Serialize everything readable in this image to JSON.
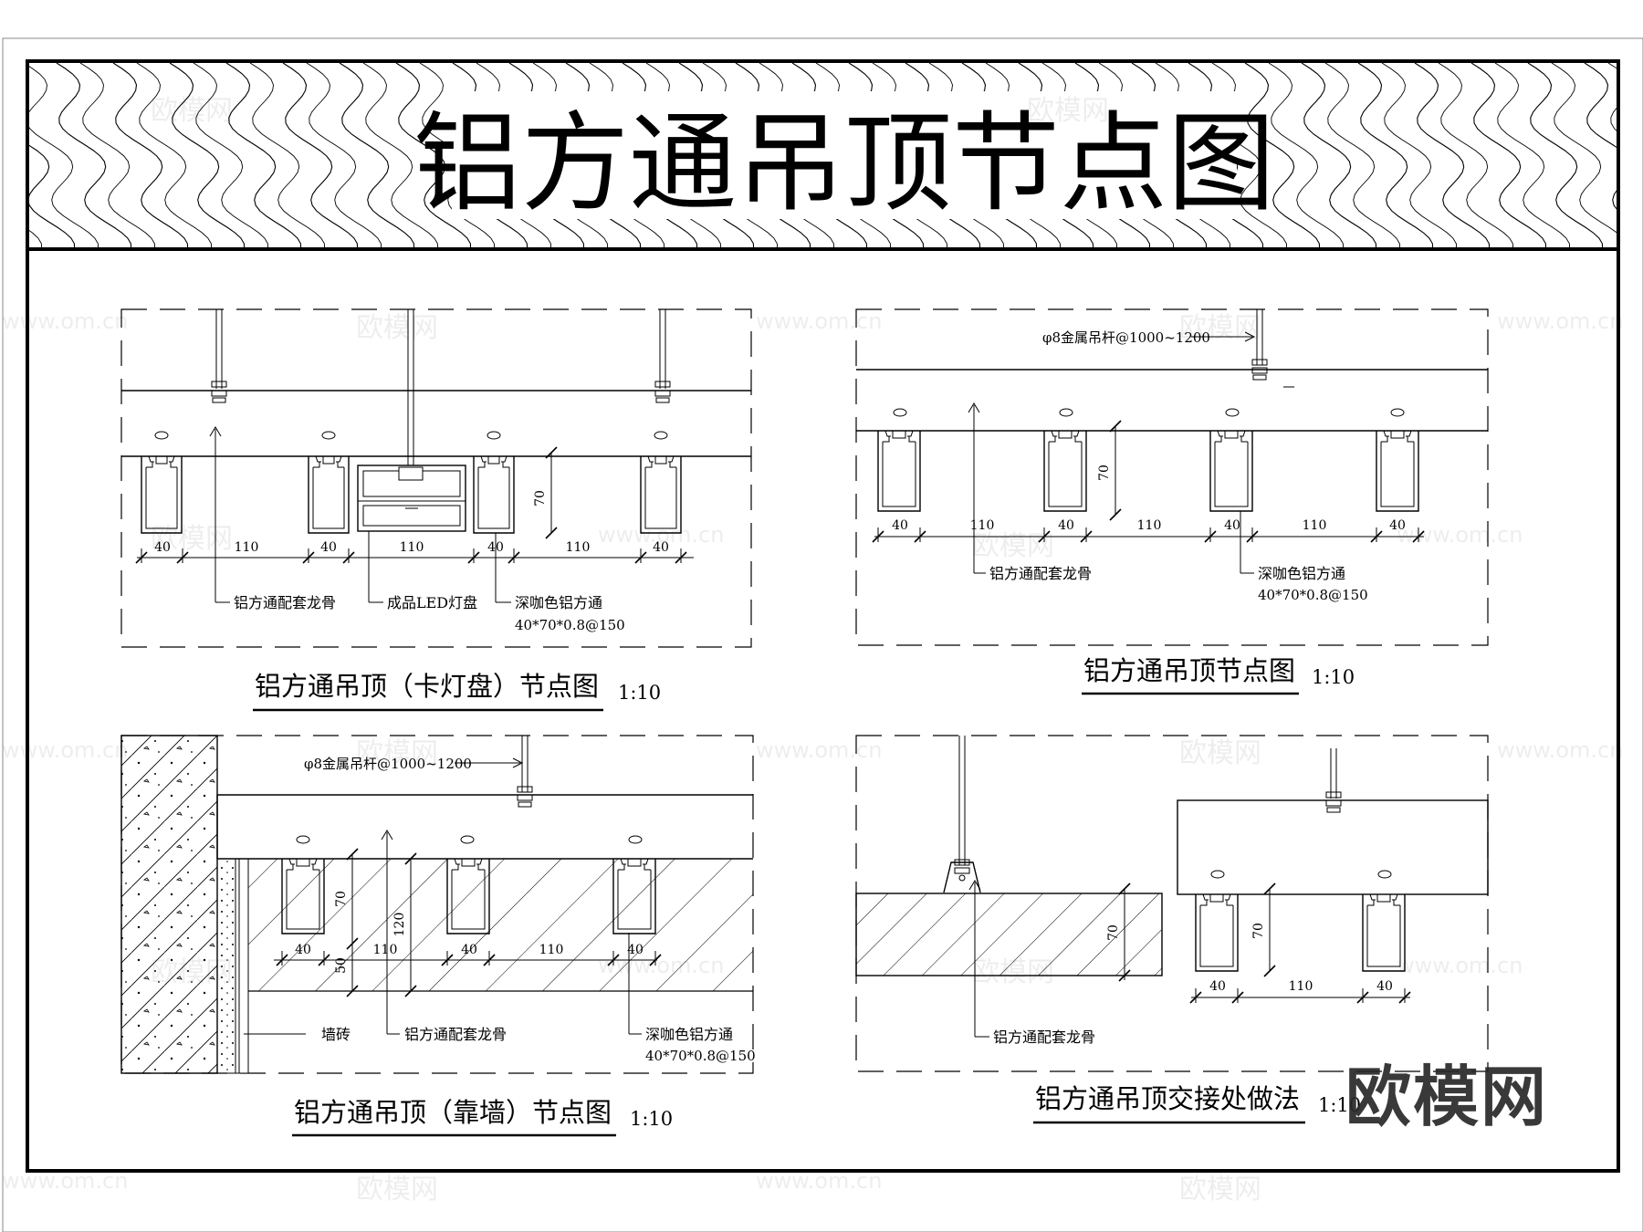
{
  "title": "铝方通吊顶节点图",
  "panels": {
    "p1": {
      "title": "铝方通吊顶（卡灯盘）节点图",
      "scale": "1:10",
      "labels": {
        "keel": "铝方通配套龙骨",
        "led": "成品LED灯盘",
        "profile": "深咖色铝方通",
        "spec": "40*70*0.8@150"
      },
      "dims": {
        "d40": "40",
        "d110": "110",
        "d70": "70"
      }
    },
    "p2": {
      "title": "铝方通吊顶节点图",
      "scale": "1:10",
      "labels": {
        "rod": "φ8金属吊杆@1000~1200",
        "keel": "铝方通配套龙骨",
        "profile": "深咖色铝方通",
        "spec": "40*70*0.8@150"
      },
      "dims": {
        "d40": "40",
        "d110": "110",
        "d70": "70"
      }
    },
    "p3": {
      "title": "铝方通吊顶（靠墙）节点图",
      "scale": "1:10",
      "labels": {
        "rod": "φ8金属吊杆@1000~1200",
        "tile": "墙砖",
        "keel": "铝方通配套龙骨",
        "profile": "深咖色铝方通",
        "spec": "40*70*0.8@150"
      },
      "dims": {
        "d40": "40",
        "d110": "110",
        "d70": "70",
        "d120": "120",
        "d50": "50"
      }
    },
    "p4": {
      "title": "铝方通吊顶交接处做法",
      "scale": "1:10",
      "labels": {
        "keel": "铝方通配套龙骨"
      },
      "dims": {
        "d40": "40",
        "d110": "110",
        "d70": "70"
      }
    }
  },
  "watermark": {
    "text": "欧模网",
    "url": "www.om.cn",
    "brand": "欧模网"
  }
}
